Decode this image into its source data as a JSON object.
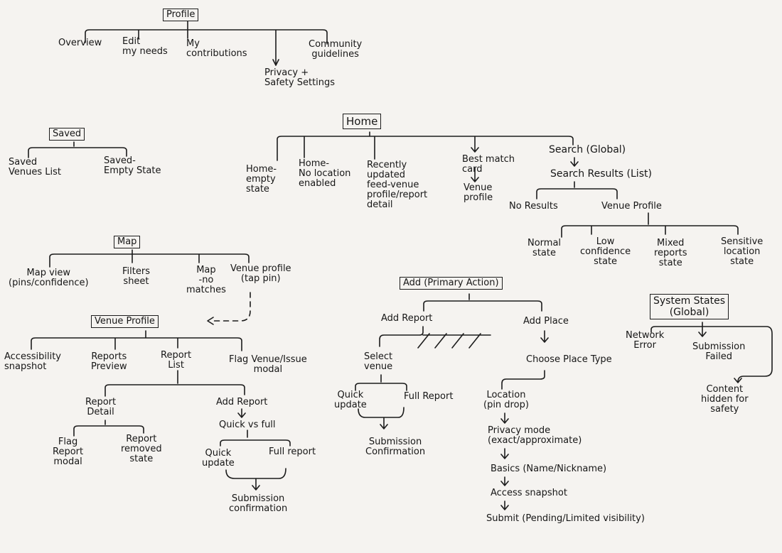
{
  "profile": {
    "root": "Profile",
    "children": [
      "Overview",
      "Edit\nmy needs",
      "My\ncontributions",
      "Privacy +\nSafety Settings",
      "Community\nguidelines"
    ]
  },
  "saved": {
    "root": "Saved",
    "children": [
      "Saved\nVenues List",
      "Saved-\nEmpty State"
    ]
  },
  "home": {
    "root": "Home",
    "children": [
      "Home-\nempty\nstate",
      "Home-\nNo location\nenabled",
      "Recently\nupdated\nfeed-venue\nprofile/report\ndetail",
      "Best match\ncard",
      "Search (Global)"
    ],
    "best_match_child": "Venue\nprofile",
    "search_results": "Search Results (List)",
    "no_results": "No Results",
    "venue_profile": "Venue Profile",
    "venue_states": [
      "Normal\nstate",
      "Low\nconfidence\nstate",
      "Mixed\nreports\nstate",
      "Sensitive\nlocation\nstate"
    ]
  },
  "map": {
    "root": "Map",
    "children": [
      "Map view\n(pins/confidence)",
      "Filters\nsheet",
      "Map\n-no\nmatches",
      "Venue profile\n(tap pin)"
    ]
  },
  "venue_profile": {
    "root": "Venue Profile",
    "children": [
      "Accessibility\nsnapshot",
      "Reports\nPreview",
      "Report\nList",
      "Flag Venue/Issue\nmodal"
    ],
    "report_detail": "Report\nDetail",
    "report_detail_children": [
      "Flag\nReport\nmodal",
      "Report\nremoved\nstate"
    ],
    "add_report": "Add Report",
    "quick_vs_full": "Quick vs full",
    "quick_update": "Quick\nupdate",
    "full_report": "Full report",
    "submission": "Submission\nconfirmation"
  },
  "add": {
    "root": "Add (Primary Action)",
    "add_report": "Add Report",
    "select_venue": "Select\nvenue",
    "quick_update": "Quick\nupdate",
    "full_report": "Full Report",
    "submission": "Submission\nConfirmation",
    "add_place": "Add Place",
    "place_steps": [
      "Choose Place Type",
      "Location\n(pin drop)",
      "Privacy mode\n(exact/approximate)",
      "Basics (Name/Nickname)",
      "Access snapshot",
      "Submit (Pending/Limited visibility)"
    ]
  },
  "system": {
    "root": "System States\n(Global)",
    "children": [
      "Network\nError",
      "Submission\nFailed",
      "Content\nhidden for\nsafety"
    ]
  }
}
